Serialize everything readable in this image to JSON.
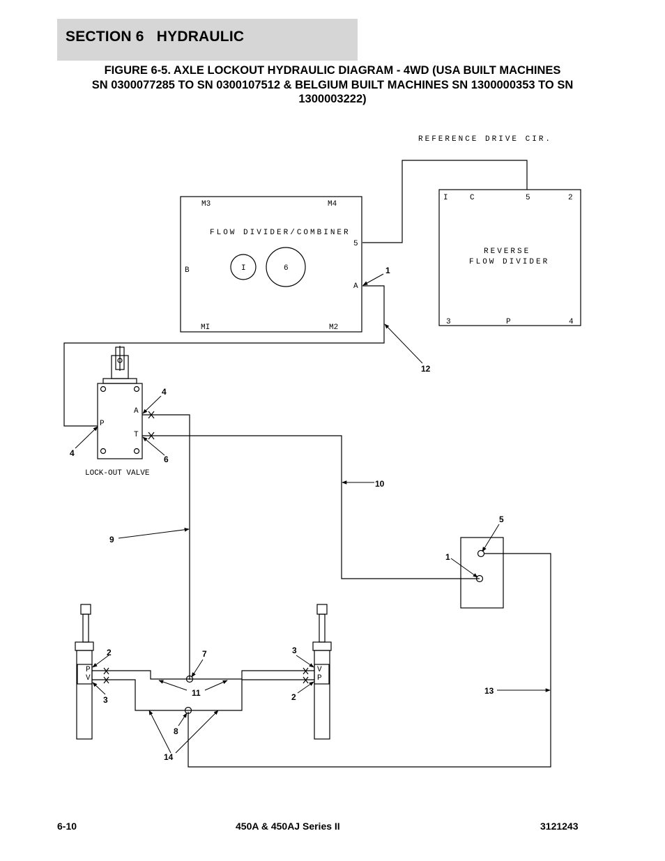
{
  "header": {
    "section_title": "SECTION 6   HYDRAULIC"
  },
  "figure": {
    "caption_lines": [
      "FIGURE 6-5. AXLE LOCKOUT HYDRAULIC DIAGRAM - 4WD (USA BUILT MACHINES",
      "SN 0300077285 TO SN 0300107512 & BELGIUM BUILT MACHINES SN 1300000353 TO SN",
      "1300003222)"
    ]
  },
  "diagram": {
    "reference_note": "REFERENCE DRIVE CIR.",
    "flow_divider": {
      "title": "FLOW DIVIDER/COMBINER",
      "ports": {
        "m3": "M3",
        "m4": "M4",
        "p5": "5",
        "b": "B",
        "a": "A",
        "m1": "MI",
        "m2": "M2"
      },
      "circle_1": "I",
      "circle_2": "6"
    },
    "reverse_flow_divider": {
      "title_line1": "REVERSE",
      "title_line2": "FLOW DIVIDER",
      "ports": {
        "p1": "I",
        "c": "C",
        "p5": "5",
        "p2": "2",
        "p3": "3",
        "p": "P",
        "p4": "4"
      }
    },
    "lockout_valve": {
      "label": "LOCK-OUT VALVE",
      "ports": {
        "a": "A",
        "p": "P",
        "t": "T"
      }
    },
    "left_cylinder": {
      "ports": [
        "P",
        "V"
      ]
    },
    "right_cylinder": {
      "ports": [
        "V",
        "P"
      ]
    },
    "callouts": {
      "c1_flow": "1",
      "c12": "12",
      "c4_top": "4",
      "c4_left": "4",
      "c6": "6",
      "c10": "10",
      "c9": "9",
      "c5": "5",
      "c1_switch": "1",
      "c2_left": "2",
      "c3_left": "3",
      "c7": "7",
      "c3_right": "3",
      "c11": "11",
      "c2_right": "2",
      "c13": "13",
      "c8": "8",
      "c14": "14"
    }
  },
  "footer": {
    "page_number": "6-10",
    "model": "450A & 450AJ Series II",
    "doc_number": "3121243"
  }
}
